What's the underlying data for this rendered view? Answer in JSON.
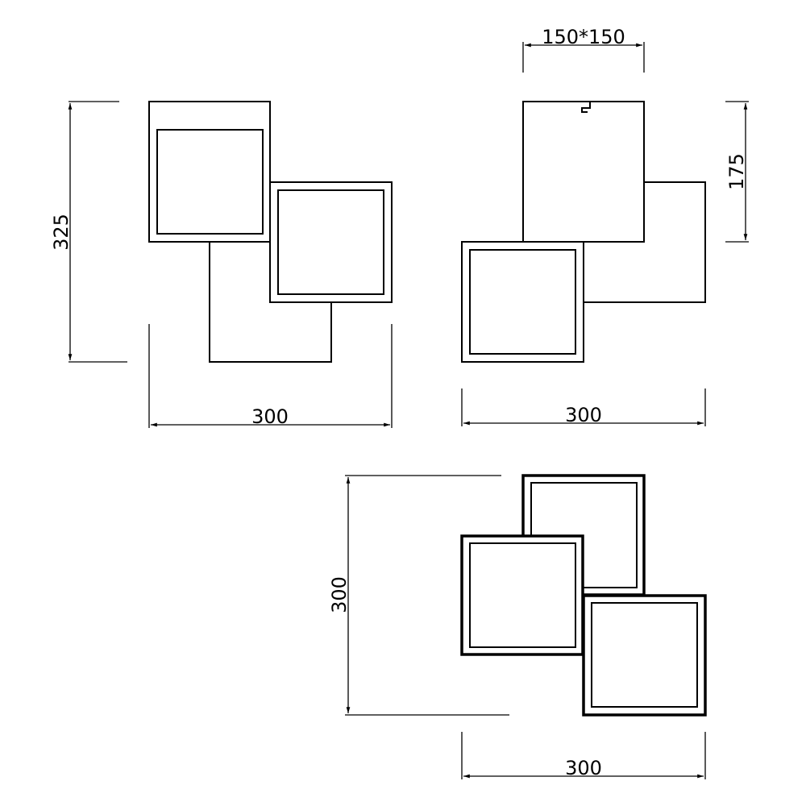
{
  "front_view": {
    "height_label": "325",
    "width_label": "300"
  },
  "side_view": {
    "size_label": "150*150",
    "height_label": "175",
    "width_label": "300"
  },
  "top_view": {
    "height_label": "300",
    "width_label": "300"
  },
  "colors": {
    "line": "#000000",
    "background": "#ffffff"
  }
}
